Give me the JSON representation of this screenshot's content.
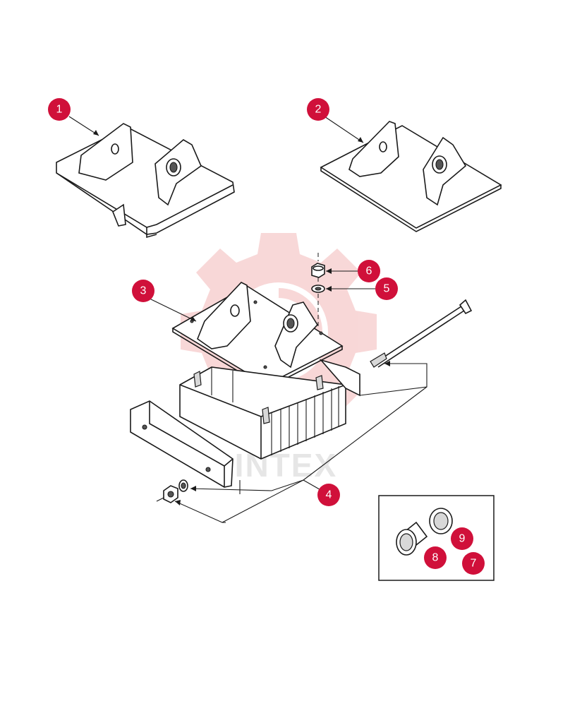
{
  "watermark": {
    "text": "PINTEX",
    "color": "#f5c2c2"
  },
  "callout_color": "#d0103a",
  "callouts": [
    {
      "label": "1"
    },
    {
      "label": "2"
    },
    {
      "label": "3"
    },
    {
      "label": "4"
    },
    {
      "label": "5"
    },
    {
      "label": "6"
    },
    {
      "label": "7"
    },
    {
      "label": "8"
    },
    {
      "label": "9"
    }
  ],
  "icons": {
    "watermark": "gear-logo-icon"
  }
}
